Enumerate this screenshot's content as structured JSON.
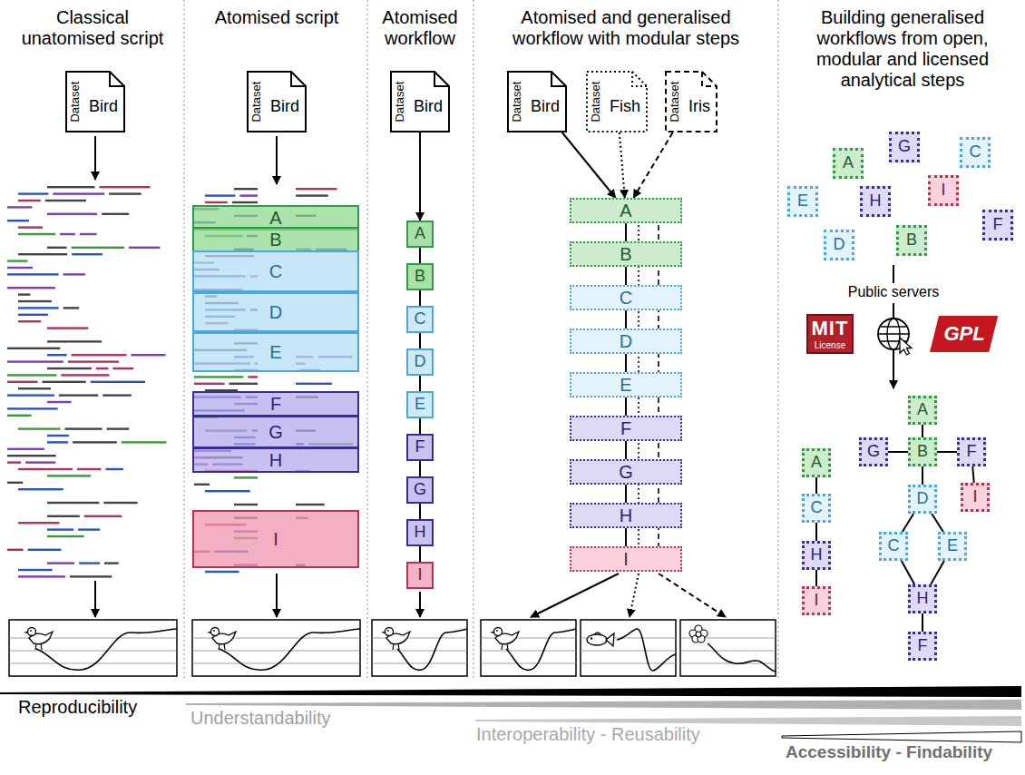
{
  "diagram": {
    "nodes": [
      {
        "text": [
          "Dataset",
          "Bird"
        ]
      },
      {
        "text": [
          "Dataset",
          "Bird"
        ]
      },
      {
        "text": [
          "A"
        ]
      },
      {
        "text": [
          "B"
        ]
      },
      {
        "text": [
          "C"
        ]
      },
      {
        "text": [
          "D"
        ]
      },
      {
        "text": [
          "E"
        ]
      },
      {
        "text": [
          "F"
        ]
      },
      {
        "text": [
          "G"
        ]
      },
      {
        "text": [
          "H"
        ]
      },
      {
        "text": [
          "I"
        ]
      },
      {
        "text": [
          "Dataset",
          "Bird"
        ]
      },
      {
        "text": [
          "A"
        ]
      },
      {
        "text": [
          "B"
        ]
      },
      {
        "text": [
          "C"
        ]
      },
      {
        "text": [
          "D"
        ]
      },
      {
        "text": [
          "E"
        ]
      },
      {
        "text": [
          "F"
        ]
      },
      {
        "text": [
          "G"
        ]
      },
      {
        "text": [
          "H"
        ]
      },
      {
        "text": [
          "I"
        ]
      },
      {
        "text": [
          "Dataset",
          "Bird"
        ]
      },
      {
        "text": [
          "Dataset",
          "Fish"
        ]
      },
      {
        "text": [
          "Dataset",
          "Iris"
        ]
      },
      {
        "text": [
          "A"
        ]
      },
      {
        "text": [
          "B"
        ]
      },
      {
        "text": [
          "C"
        ]
      },
      {
        "text": [
          "D"
        ]
      },
      {
        "text": [
          "E"
        ]
      },
      {
        "text": [
          "F"
        ]
      },
      {
        "text": [
          "G"
        ]
      },
      {
        "text": [
          "H"
        ]
      },
      {
        "text": [
          "I"
        ]
      },
      {
        "text": [
          "A"
        ]
      },
      {
        "text": [
          "G"
        ]
      },
      {
        "text": [
          "C"
        ]
      },
      {
        "text": [
          "E"
        ]
      },
      {
        "text": [
          "H"
        ]
      },
      {
        "text": [
          "I"
        ]
      },
      {
        "text": [
          "F"
        ]
      },
      {
        "text": [
          "D"
        ]
      },
      {
        "text": [
          "B"
        ]
      },
      {
        "text": [
          "MIT",
          "License"
        ]
      },
      {
        "text": [
          "GPL"
        ]
      },
      {
        "text": [
          "A"
        ]
      },
      {
        "text": [
          "C"
        ]
      },
      {
        "text": [
          "H"
        ]
      },
      {
        "text": [
          "I"
        ]
      },
      {
        "text": [
          "A"
        ]
      },
      {
        "text": [
          "G"
        ]
      },
      {
        "text": [
          "B"
        ]
      },
      {
        "text": [
          "F"
        ]
      },
      {
        "text": [
          "I"
        ]
      },
      {
        "text": [
          "D"
        ]
      },
      {
        "text": [
          "C"
        ]
      },
      {
        "text": [
          "E"
        ]
      },
      {
        "text": [
          "H"
        ]
      },
      {
        "text": [
          "F"
        ]
      }
    ],
    "edges": [
      {
        "from": 11,
        "to": 12,
        "arrow": "to"
      },
      {
        "from": 12,
        "to": 13,
        "arrow": "none"
      },
      {
        "from": 13,
        "to": 14,
        "arrow": "none"
      },
      {
        "from": 14,
        "to": 15,
        "arrow": "none"
      },
      {
        "from": 15,
        "to": 16,
        "arrow": "none"
      },
      {
        "from": 16,
        "to": 17,
        "arrow": "none"
      },
      {
        "from": 17,
        "to": 18,
        "arrow": "none"
      },
      {
        "from": 18,
        "to": 19,
        "arrow": "none"
      },
      {
        "from": 19,
        "to": 20,
        "arrow": "none"
      },
      {
        "from": 21,
        "to": 24,
        "arrow": "to"
      },
      {
        "from": 22,
        "to": 24,
        "arrow": "to"
      },
      {
        "from": 23,
        "to": 24,
        "arrow": "to"
      },
      {
        "from": 24,
        "to": 25,
        "arrow": "none"
      },
      {
        "from": 25,
        "to": 26,
        "arrow": "none"
      },
      {
        "from": 26,
        "to": 27,
        "arrow": "none"
      },
      {
        "from": 27,
        "to": 28,
        "arrow": "none"
      },
      {
        "from": 28,
        "to": 29,
        "arrow": "none"
      },
      {
        "from": 29,
        "to": 30,
        "arrow": "none"
      },
      {
        "from": 30,
        "to": 31,
        "arrow": "none"
      },
      {
        "from": 31,
        "to": 32,
        "arrow": "none"
      },
      {
        "from": 44,
        "to": 45,
        "arrow": "none"
      },
      {
        "from": 45,
        "to": 46,
        "arrow": "none"
      },
      {
        "from": 46,
        "to": 47,
        "arrow": "none"
      },
      {
        "from": 48,
        "to": 50,
        "arrow": "none"
      },
      {
        "from": 49,
        "to": 50,
        "arrow": "none"
      },
      {
        "from": 50,
        "to": 51,
        "arrow": "none"
      },
      {
        "from": 51,
        "to": 52,
        "arrow": "none"
      },
      {
        "from": 50,
        "to": 53,
        "arrow": "none"
      },
      {
        "from": 53,
        "to": 54,
        "arrow": "none"
      },
      {
        "from": 53,
        "to": 55,
        "arrow": "none"
      },
      {
        "from": 54,
        "to": 56,
        "arrow": "none"
      },
      {
        "from": 55,
        "to": 56,
        "arrow": "none"
      },
      {
        "from": 56,
        "to": 57,
        "arrow": "none"
      }
    ],
    "labels": [
      "Classical unatomised script",
      "Atomised script",
      "Atomised workflow",
      "Atomised and generalised workflow with modular steps",
      "Building generalised workflows from open, modular and licensed analytical steps",
      "Public servers",
      "Reproducibility",
      "Understandability",
      "Interoperability - Reusability",
      "Accessibility - Findability"
    ]
  }
}
